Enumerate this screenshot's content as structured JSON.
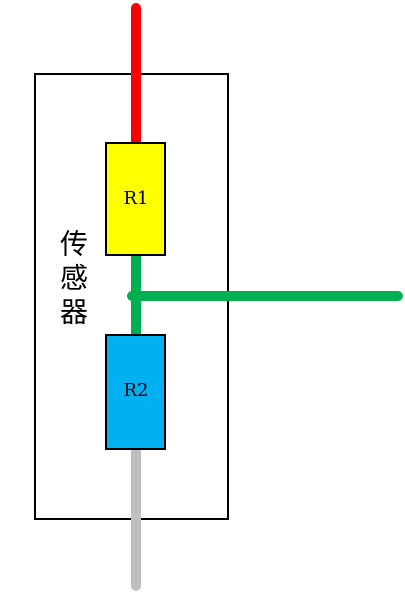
{
  "diagram": {
    "sensor_label": "传感器",
    "resistors": [
      {
        "label": "R1",
        "color": "#ffff00"
      },
      {
        "label": "R2",
        "color": "#00b0f0"
      }
    ],
    "wires": {
      "top": {
        "color": "#ff0000"
      },
      "middle": {
        "color": "#00b050"
      },
      "bottom": {
        "color": "#bfbfbf"
      }
    }
  }
}
